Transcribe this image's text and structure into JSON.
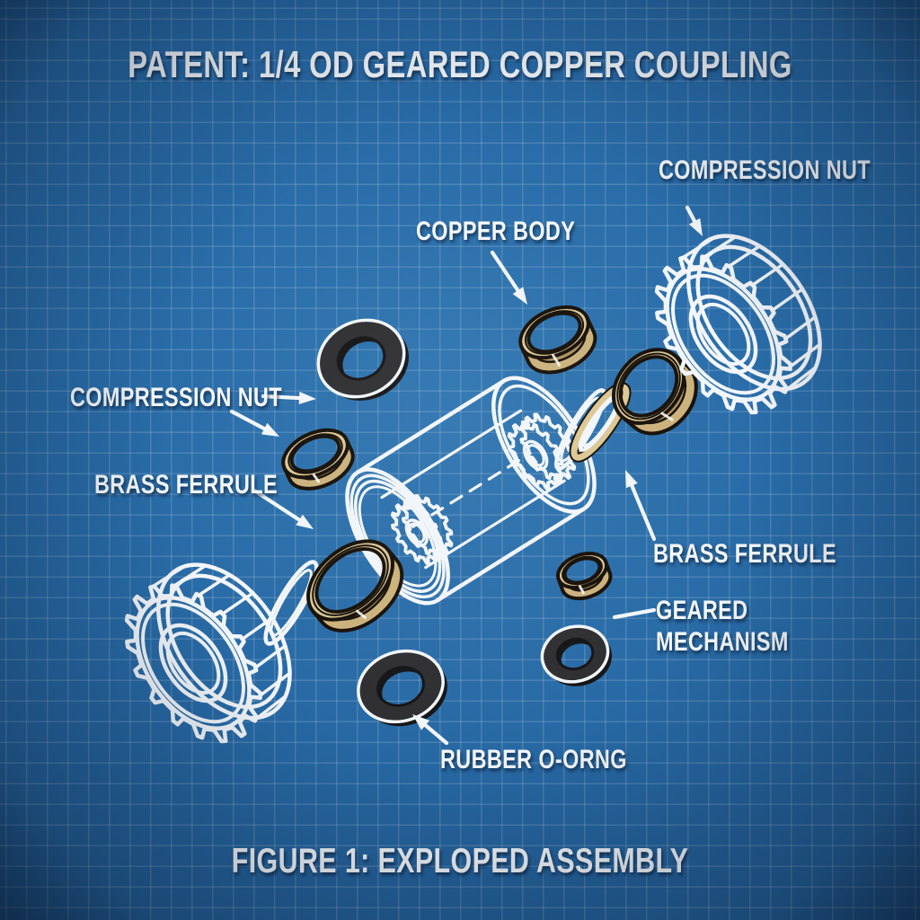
{
  "title": "PATENT: 1/4 OD GEARED COPPER COUPLING",
  "caption": "FIGURE 1: EXPLOPED ASSEMBLY",
  "labels": {
    "compression_nut_top_right": "COMPRESSION NUT",
    "copper_body": "COPPER BODY",
    "compression_nut_left": "COMPRESSION NUT",
    "brass_ferrule_left": "BRASS FERRULE",
    "brass_ferrule_right": "BRASS FERRULE",
    "geared_mechanism": "GEARED MECHANISM",
    "rubber_o_ring": "RUBBER O-ORNG"
  },
  "colors": {
    "background": "#2768a3",
    "background_edge": "#194c7e",
    "grid_line": "rgba(255,255,255,0.15)",
    "line_white": "#f2f6fa",
    "brass_top": "#dcc795",
    "brass_side": "#cbb27c",
    "brass_deep": "#ab9260",
    "outline_dark": "#161008",
    "rubber": "#2f2f32",
    "rubber_deep": "#151517",
    "label_text": "#f5f8fb"
  },
  "parts": [
    "coupling-body",
    "compression-nut-gear-left",
    "compression-nut-gear-right",
    "brass-ferrule-ring-left",
    "brass-ferrule-ring-right",
    "copper-body-ring",
    "compression-nut-ring-left",
    "geared-mechanism-ring",
    "rubber-o-ring-top",
    "rubber-o-ring-bottom",
    "rubber-o-ring-right",
    "washer-ring-left",
    "washer-ring-right",
    "thin-brass-washer-right"
  ]
}
